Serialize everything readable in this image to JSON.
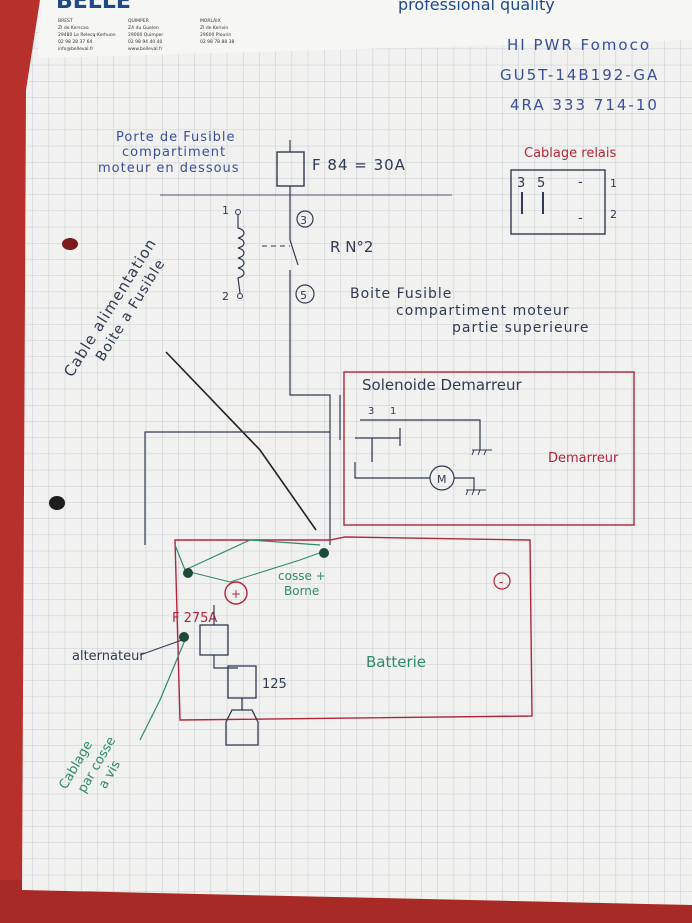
{
  "letterhead": {
    "logo": "BELLE",
    "banner": "professional quality",
    "addresses": [
      [
        "BREST",
        "ZI de Kerscao",
        "29480 Le Relecq-Kerhuon",
        "02 98 28 37 64",
        "info@belleval.fr"
      ],
      [
        "QUIMPER",
        "ZA du Guelen",
        "29000 Quimper",
        "02 98 94 40 40",
        "www.belleval.fr"
      ],
      [
        "MORLAIX",
        "ZI de Kerivin",
        "29600 Plourin",
        "02 98 78 88 38"
      ]
    ]
  },
  "vehicle_info": [
    "HI PWR Fomoco",
    "GU5T-14B192-GA",
    "4RA 333 714-10"
  ],
  "relay_wiring": {
    "title": "Cablage relais",
    "pins_top": [
      "3",
      "5"
    ],
    "row_numbers": [
      "1",
      "2"
    ],
    "dash_1": "-",
    "dash_2": "-"
  },
  "fuse_box_below": [
    "Porte de Fusible",
    "compartiment",
    "moteur en dessous"
  ],
  "fuse_f84": "F 84 = 30A",
  "relay_label": "R N°2",
  "relay_pin_top": "3",
  "relay_pin_bottom": "5",
  "coil_top": "1",
  "coil_bottom": "2",
  "fuse_box_upper": [
    "Boite Fusible",
    "compartiment moteur",
    "partie superieure"
  ],
  "cable_note": [
    "Cable alimentation",
    "Boite a Fusible"
  ],
  "solenoid_label": "Solenoide Demarreur",
  "solenoid_pins": [
    "3",
    "1"
  ],
  "starter_label": "Demarreur",
  "motor_symbol": "M",
  "battery": {
    "terminal_label": [
      "cosse +",
      "Borne"
    ],
    "plus": "+",
    "minus": "-",
    "label": "Batterie"
  },
  "fuse_275": "F 275A",
  "fuse_125": "125",
  "alternator_label": "alternateur",
  "cabling_note": [
    "Cablage",
    "par cosse",
    "a vis"
  ],
  "colors": {
    "paper": "#f1f1ef",
    "grid": "#b9c3cf",
    "ink_blue": "#3a4f9a",
    "ink_dark": "#303a52",
    "ink_red": "#b3263a",
    "ink_green": "#2f8a6a",
    "fabric": "#b8302c"
  }
}
